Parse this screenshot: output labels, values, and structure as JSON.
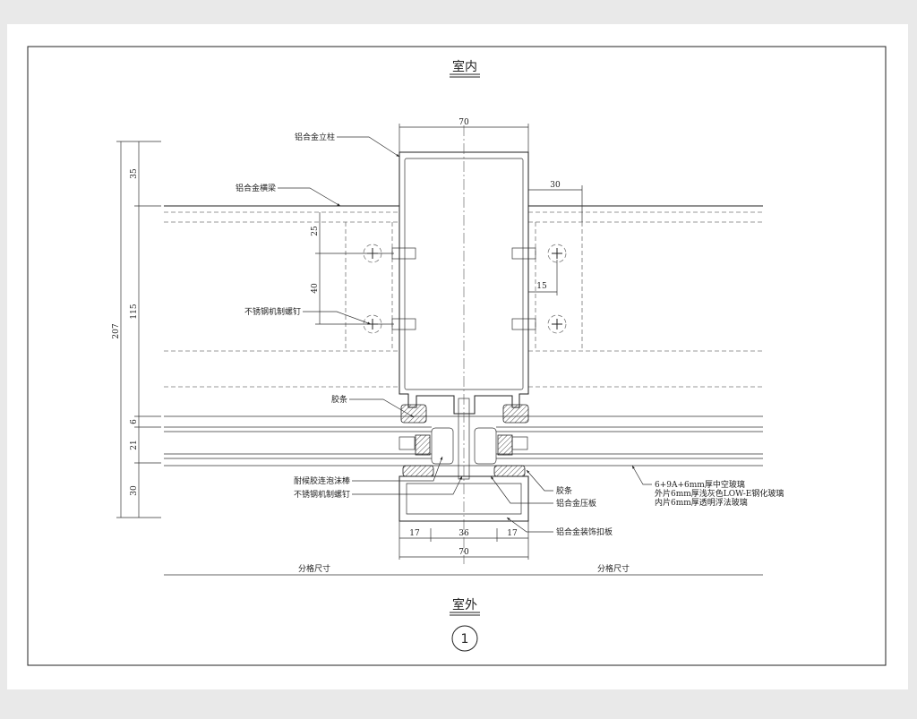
{
  "drawing": {
    "title_top": "室内",
    "title_bottom": "室外",
    "detail_number": "1",
    "labels": {
      "mullion": "铝合金立柱",
      "transom": "铝合金横梁",
      "screw_top": "不锈钢机制螺钉",
      "gasket_top": "胶条",
      "foam_rod": "耐候胶连泡沫棒",
      "screw_bottom": "不锈钢机制螺钉",
      "gasket_bottom": "胶条",
      "pressure_plate": "铝合金压板",
      "cover_cap": "铝合金装饰扣板",
      "glass_line1": "6+9A+6mm厚中空玻璃",
      "glass_line2": "外片6mm厚浅灰色LOW-E钢化玻璃",
      "glass_line3": "内片6mm厚透明浮法玻璃"
    },
    "dimensions": {
      "top_width": "70",
      "left_total": "207",
      "left_35": "35",
      "left_115": "115",
      "left_6": "6",
      "left_21": "21",
      "left_30": "30",
      "screw_25": "25",
      "screw_40": "40",
      "right_30": "30",
      "right_15": "15",
      "bottom_17a": "17",
      "bottom_36": "36",
      "bottom_17b": "17",
      "bottom_70": "70",
      "grid_left": "分格尺寸",
      "grid_right": "分格尺寸"
    }
  }
}
